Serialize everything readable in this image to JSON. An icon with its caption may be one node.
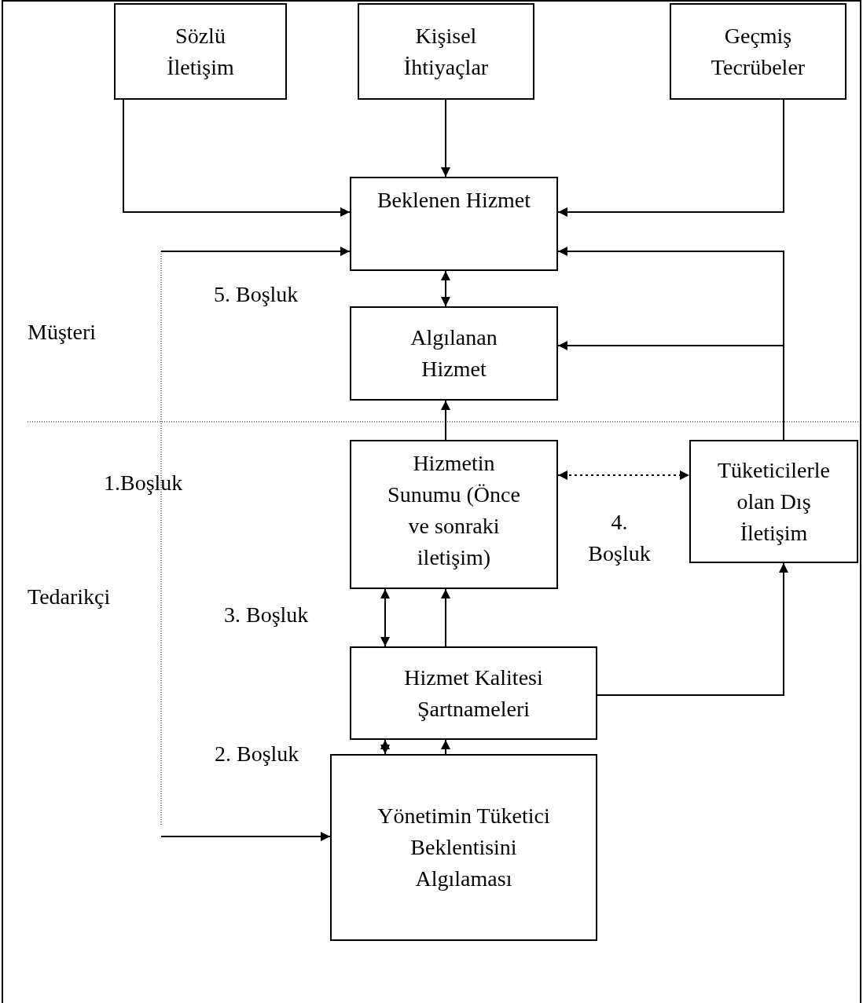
{
  "diagram": {
    "nodes": [
      {
        "text": [
          "Sözlü İletişim"
        ]
      },
      {
        "text": [
          "Kişisel İhtiyaçlar"
        ]
      },
      {
        "text": [
          "Geçmiş Tecrübeler"
        ]
      },
      {
        "text": [
          "Beklenen Hizmet"
        ]
      },
      {
        "text": [
          "Algılanan Hizmet"
        ]
      },
      {
        "text": [
          "Hizmetin Sunumu (Önce ve sonraki iletişim)"
        ]
      },
      {
        "text": [
          "Tüketicilerle olan Dış İletişim"
        ]
      },
      {
        "text": [
          "Hizmet Kalitesi Şartnameleri"
        ]
      },
      {
        "text": [
          "Yönetimin Tüketici Beklentisini Algılaması"
        ]
      }
    ],
    "edges": [
      {
        "from": 0,
        "to": 3,
        "arrow": "to"
      },
      {
        "from": 1,
        "to": 3,
        "arrow": "to"
      },
      {
        "from": 2,
        "to": 3,
        "arrow": "to"
      },
      {
        "from": null,
        "to": 3,
        "arrow": "to"
      },
      {
        "from": 6,
        "to": 3,
        "arrow": "to"
      },
      {
        "from": 6,
        "to": 4,
        "arrow": "to"
      },
      {
        "from": 3,
        "to": 4,
        "arrow": "both"
      },
      {
        "from": 5,
        "to": 4,
        "arrow": "to"
      },
      {
        "from": 5,
        "to": 6,
        "arrow": "both",
        "style": "dashed"
      },
      {
        "from": 7,
        "to": 5,
        "arrow": "both"
      },
      {
        "from": 7,
        "to": 5,
        "arrow": "to"
      },
      {
        "from": 7,
        "to": 6,
        "arrow": "to"
      },
      {
        "from": 8,
        "to": 7,
        "arrow": "both"
      },
      {
        "from": 8,
        "to": 7,
        "arrow": "to"
      },
      {
        "from": null,
        "to": 8,
        "arrow": "to"
      }
    ],
    "labels": [
      "5. Boşluk",
      "Müşteri",
      "1.Boşluk",
      "4. Boşluk",
      "Tedarikçi",
      "3. Boşluk",
      "2. Boşluk"
    ]
  }
}
